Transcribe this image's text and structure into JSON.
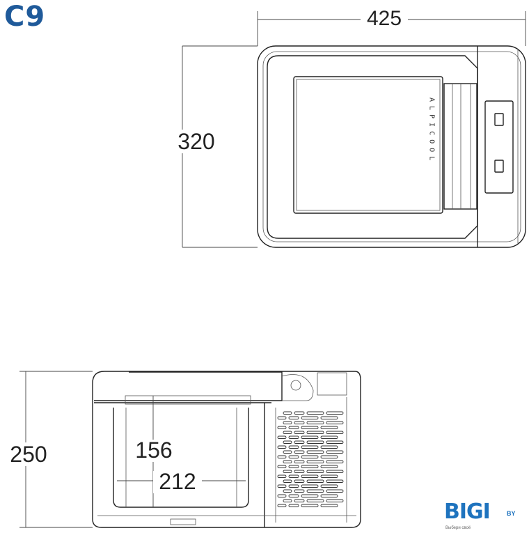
{
  "model": "C9",
  "brand_on_lid": "ALPICOOL",
  "top_view": {
    "width_label": "425",
    "depth_label": "320"
  },
  "side_view": {
    "height_label": "250",
    "inner_height_label": "156",
    "inner_width_label": "212",
    "vent_rows": 20
  },
  "watermark": {
    "name": "BIGI",
    "suffix": "BY",
    "slogan": "Выбери своё",
    "color": "#1e73be"
  },
  "colors": {
    "title": "#1f5a9a",
    "line": "#222222"
  }
}
